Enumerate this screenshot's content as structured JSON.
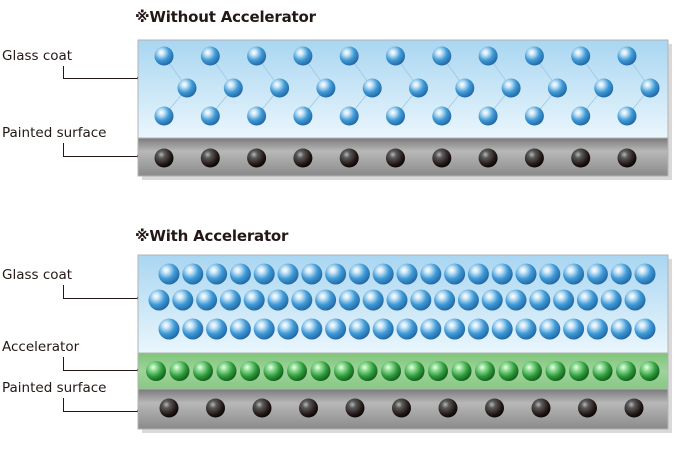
{
  "panels": [
    {
      "title": "※Without Accelerator",
      "labels": {
        "glass": "Glass coat",
        "painted": "Painted surface"
      }
    },
    {
      "title": "※With Accelerator",
      "labels": {
        "glass": "Glass coat",
        "accelerator": "Accelerator",
        "painted": "Painted surface"
      }
    }
  ],
  "colors": {
    "glass_light": "#eaf6fd",
    "glass_dark": "#a9d6f1",
    "sphere_blue": "#3f9ad6",
    "sphere_dark": "#231815",
    "sphere_green": "#2f9b3c",
    "accelerator_band": "#9fd39b",
    "painted_band": "#9a9a9a",
    "frame": "#b3b3b3",
    "shadow": "#d9d9d9"
  },
  "icons": {
    "sphere_glass": "blue-sphere-icon",
    "sphere_paint": "dark-sphere-icon",
    "sphere_accel": "green-sphere-icon"
  }
}
